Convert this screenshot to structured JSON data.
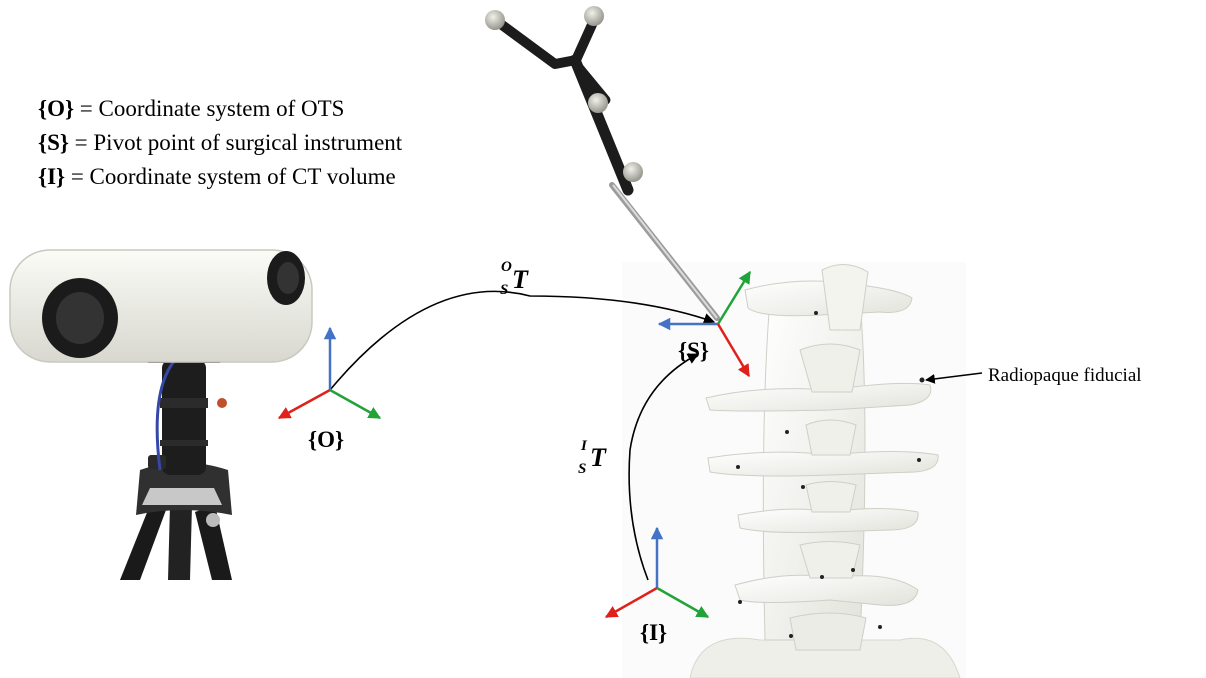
{
  "legend": [
    {
      "symbol": "{O}",
      "text": "= Coordinate system of OTS"
    },
    {
      "symbol": "{S}",
      "text": "= Pivot point of surgical instrument"
    },
    {
      "symbol": "{I}",
      "text": "= Coordinate system of CT volume"
    }
  ],
  "frames": {
    "O": "{O}",
    "S": "{S}",
    "I": "{I}"
  },
  "transforms": {
    "OS": {
      "superscript": "O",
      "subscript": "S",
      "main": "T"
    },
    "IS": {
      "superscript": "I",
      "subscript": "S",
      "main": "T"
    }
  },
  "annotation": "Radiopaque fiducial",
  "colors": {
    "axis_x": "#e0201b",
    "axis_y": "#22a339",
    "axis_z": "#4472c4",
    "arrow": "#000000"
  },
  "icons": [
    "optical-tracking-camera",
    "tripod",
    "surgical-instrument",
    "spine-phantom"
  ]
}
